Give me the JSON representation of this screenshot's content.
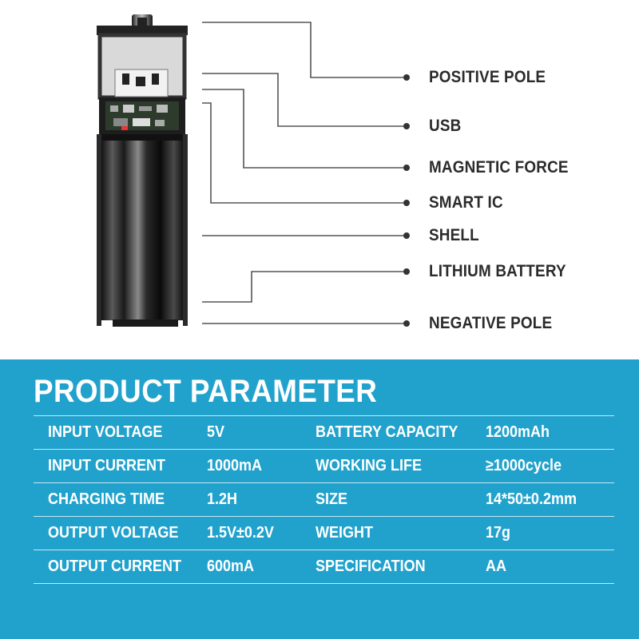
{
  "callouts": [
    {
      "label": "POSITIVE POLE"
    },
    {
      "label": "USB"
    },
    {
      "label": "MAGNETIC FORCE"
    },
    {
      "label": "SMART IC"
    },
    {
      "label": "SHELL"
    },
    {
      "label": "LITHIUM BATTERY"
    },
    {
      "label": "NEGATIVE POLE"
    }
  ],
  "parameters": {
    "title": "PRODUCT PARAMETER",
    "rows": [
      {
        "label_a": "INPUT VOLTAGE",
        "value_a": "5V",
        "label_b": "BATTERY CAPACITY",
        "value_b": "1200mAh"
      },
      {
        "label_a": "INPUT CURRENT",
        "value_a": "1000mA",
        "label_b": "WORKING LIFE",
        "value_b": "≥1000cycle"
      },
      {
        "label_a": "CHARGING TIME",
        "value_a": "1.2H",
        "label_b": "SIZE",
        "value_b": "14*50±0.2mm"
      },
      {
        "label_a": "OUTPUT VOLTAGE",
        "value_a": "1.5V±0.2V",
        "label_b": "WEIGHT",
        "value_b": "17g"
      },
      {
        "label_a": "OUTPUT CURRENT",
        "value_a": "600mA",
        "label_b": "SPECIFICATION",
        "value_b": "AA"
      }
    ]
  },
  "colors": {
    "panel": "#21a2cd",
    "text_dark": "#2b2b2b",
    "text_light": "#ffffff"
  }
}
